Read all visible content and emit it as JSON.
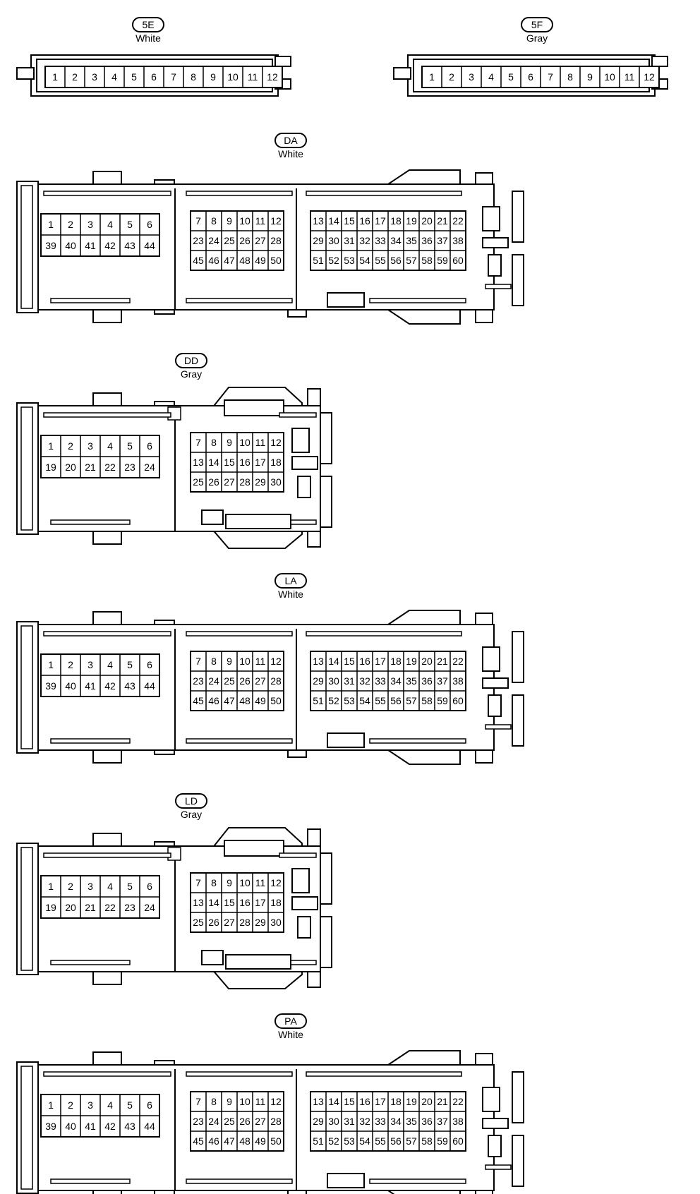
{
  "connectors": [
    {
      "id": "5E",
      "color": "White",
      "type": "strip",
      "pins": [
        1,
        2,
        3,
        4,
        5,
        6,
        7,
        8,
        9,
        10,
        11,
        12
      ]
    },
    {
      "id": "5F",
      "color": "Gray",
      "type": "strip",
      "pins": [
        1,
        2,
        3,
        4,
        5,
        6,
        7,
        8,
        9,
        10,
        11,
        12
      ]
    },
    {
      "id": "DA",
      "color": "White",
      "type": "large",
      "left_rows": [
        [
          1,
          2,
          3,
          4,
          5,
          6
        ],
        [
          39,
          40,
          41,
          42,
          43,
          44
        ]
      ],
      "mid_rows": [
        [
          7,
          8,
          9,
          10,
          11,
          12
        ],
        [
          23,
          24,
          25,
          26,
          27,
          28
        ],
        [
          45,
          46,
          47,
          48,
          49,
          50
        ]
      ],
      "right_rows": [
        [
          13,
          14,
          15,
          16,
          17,
          18,
          19,
          20,
          21,
          22
        ],
        [
          29,
          30,
          31,
          32,
          33,
          34,
          35,
          36,
          37,
          38
        ],
        [
          51,
          52,
          53,
          54,
          55,
          56,
          57,
          58,
          59,
          60
        ]
      ]
    },
    {
      "id": "DD",
      "color": "Gray",
      "type": "small",
      "left_rows": [
        [
          1,
          2,
          3,
          4,
          5,
          6
        ],
        [
          19,
          20,
          21,
          22,
          23,
          24
        ]
      ],
      "mid_rows": [
        [
          7,
          8,
          9,
          10,
          11,
          12
        ],
        [
          13,
          14,
          15,
          16,
          17,
          18
        ],
        [
          25,
          26,
          27,
          28,
          29,
          30
        ]
      ]
    },
    {
      "id": "LA",
      "color": "White",
      "type": "large",
      "left_rows": [
        [
          1,
          2,
          3,
          4,
          5,
          6
        ],
        [
          39,
          40,
          41,
          42,
          43,
          44
        ]
      ],
      "mid_rows": [
        [
          7,
          8,
          9,
          10,
          11,
          12
        ],
        [
          23,
          24,
          25,
          26,
          27,
          28
        ],
        [
          45,
          46,
          47,
          48,
          49,
          50
        ]
      ],
      "right_rows": [
        [
          13,
          14,
          15,
          16,
          17,
          18,
          19,
          20,
          21,
          22
        ],
        [
          29,
          30,
          31,
          32,
          33,
          34,
          35,
          36,
          37,
          38
        ],
        [
          51,
          52,
          53,
          54,
          55,
          56,
          57,
          58,
          59,
          60
        ]
      ]
    },
    {
      "id": "LD",
      "color": "Gray",
      "type": "small",
      "left_rows": [
        [
          1,
          2,
          3,
          4,
          5,
          6
        ],
        [
          19,
          20,
          21,
          22,
          23,
          24
        ]
      ],
      "mid_rows": [
        [
          7,
          8,
          9,
          10,
          11,
          12
        ],
        [
          13,
          14,
          15,
          16,
          17,
          18
        ],
        [
          25,
          26,
          27,
          28,
          29,
          30
        ]
      ]
    },
    {
      "id": "PA",
      "color": "White",
      "type": "large",
      "left_rows": [
        [
          1,
          2,
          3,
          4,
          5,
          6
        ],
        [
          39,
          40,
          41,
          42,
          43,
          44
        ]
      ],
      "mid_rows": [
        [
          7,
          8,
          9,
          10,
          11,
          12
        ],
        [
          23,
          24,
          25,
          26,
          27,
          28
        ],
        [
          45,
          46,
          47,
          48,
          49,
          50
        ]
      ],
      "right_rows": [
        [
          13,
          14,
          15,
          16,
          17,
          18,
          19,
          20,
          21,
          22
        ],
        [
          29,
          30,
          31,
          32,
          33,
          34,
          35,
          36,
          37,
          38
        ],
        [
          51,
          52,
          53,
          54,
          55,
          56,
          57,
          58,
          59,
          60
        ]
      ]
    }
  ]
}
